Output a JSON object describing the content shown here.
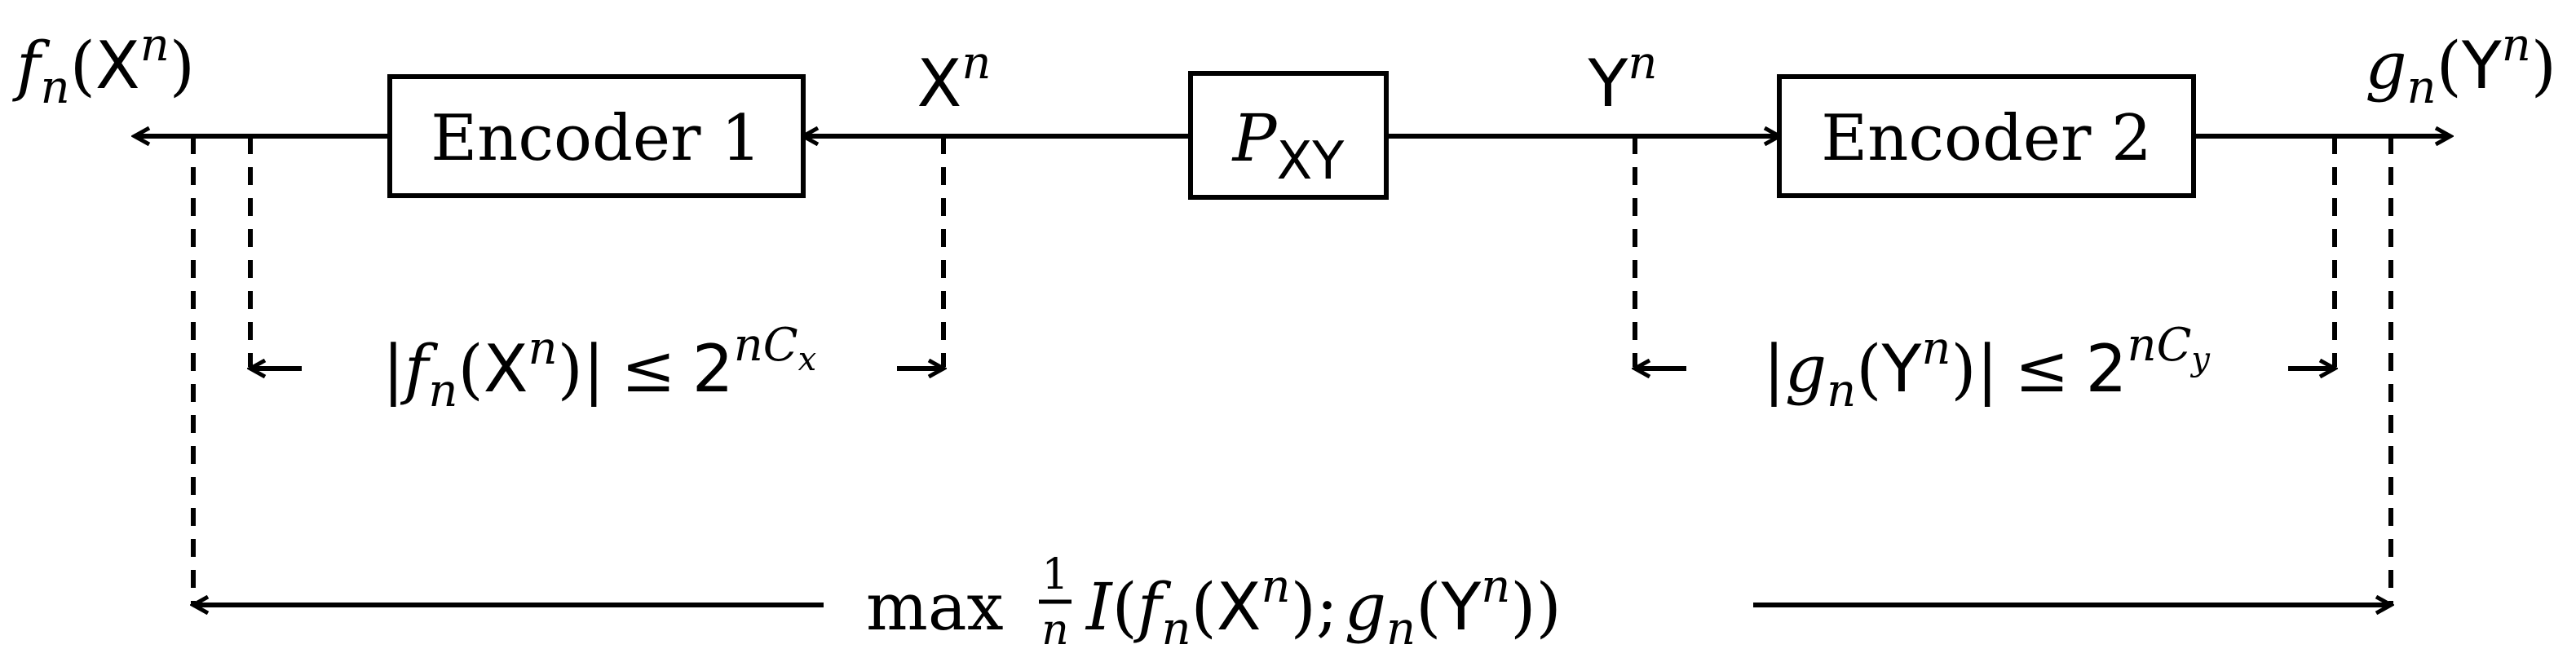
{
  "source": {
    "symbol": "P",
    "subscript": "XY"
  },
  "encoders": {
    "left": {
      "label": "Encoder 1"
    },
    "right": {
      "label": "Encoder 2"
    }
  },
  "signals": {
    "left_input": {
      "base": "X",
      "sup": "n"
    },
    "right_input": {
      "base": "Y",
      "sup": "n"
    },
    "left_output": {
      "fn": "f",
      "sub": "n",
      "open": "(",
      "base": "X",
      "sup": "n",
      "close": ")"
    },
    "right_output": {
      "fn": "g",
      "sub": "n",
      "open": "(",
      "base": "Y",
      "sup": "n",
      "close": ")"
    }
  },
  "constraints": {
    "left": {
      "bar_open": "|",
      "fn": "f",
      "sub": "n",
      "open": "(",
      "base": "X",
      "sup": "n",
      "close": ")",
      "bar_close": "|",
      "rel": "≤",
      "two": "2",
      "exp": "nC",
      "exp_sub": "x"
    },
    "right": {
      "bar_open": "|",
      "fn": "g",
      "sub": "n",
      "open": "(",
      "base": "Y",
      "sup": "n",
      "close": ")",
      "bar_close": "|",
      "rel": "≤",
      "two": "2",
      "exp": "nC",
      "exp_sub": "y"
    }
  },
  "objective": {
    "op": "max",
    "frac_num": "1",
    "frac_den": "n",
    "I": "I",
    "open": "((",
    "f": "f",
    "f_sub": "n",
    "f_open": "(",
    "X": "X",
    "X_sup": "n",
    "f_close": ")",
    "semi": ";",
    "g": "g",
    "g_sub": "n",
    "g_open": "(",
    "Y": "Y",
    "Y_sup": "n",
    "g_close": ")",
    "close": ")"
  }
}
